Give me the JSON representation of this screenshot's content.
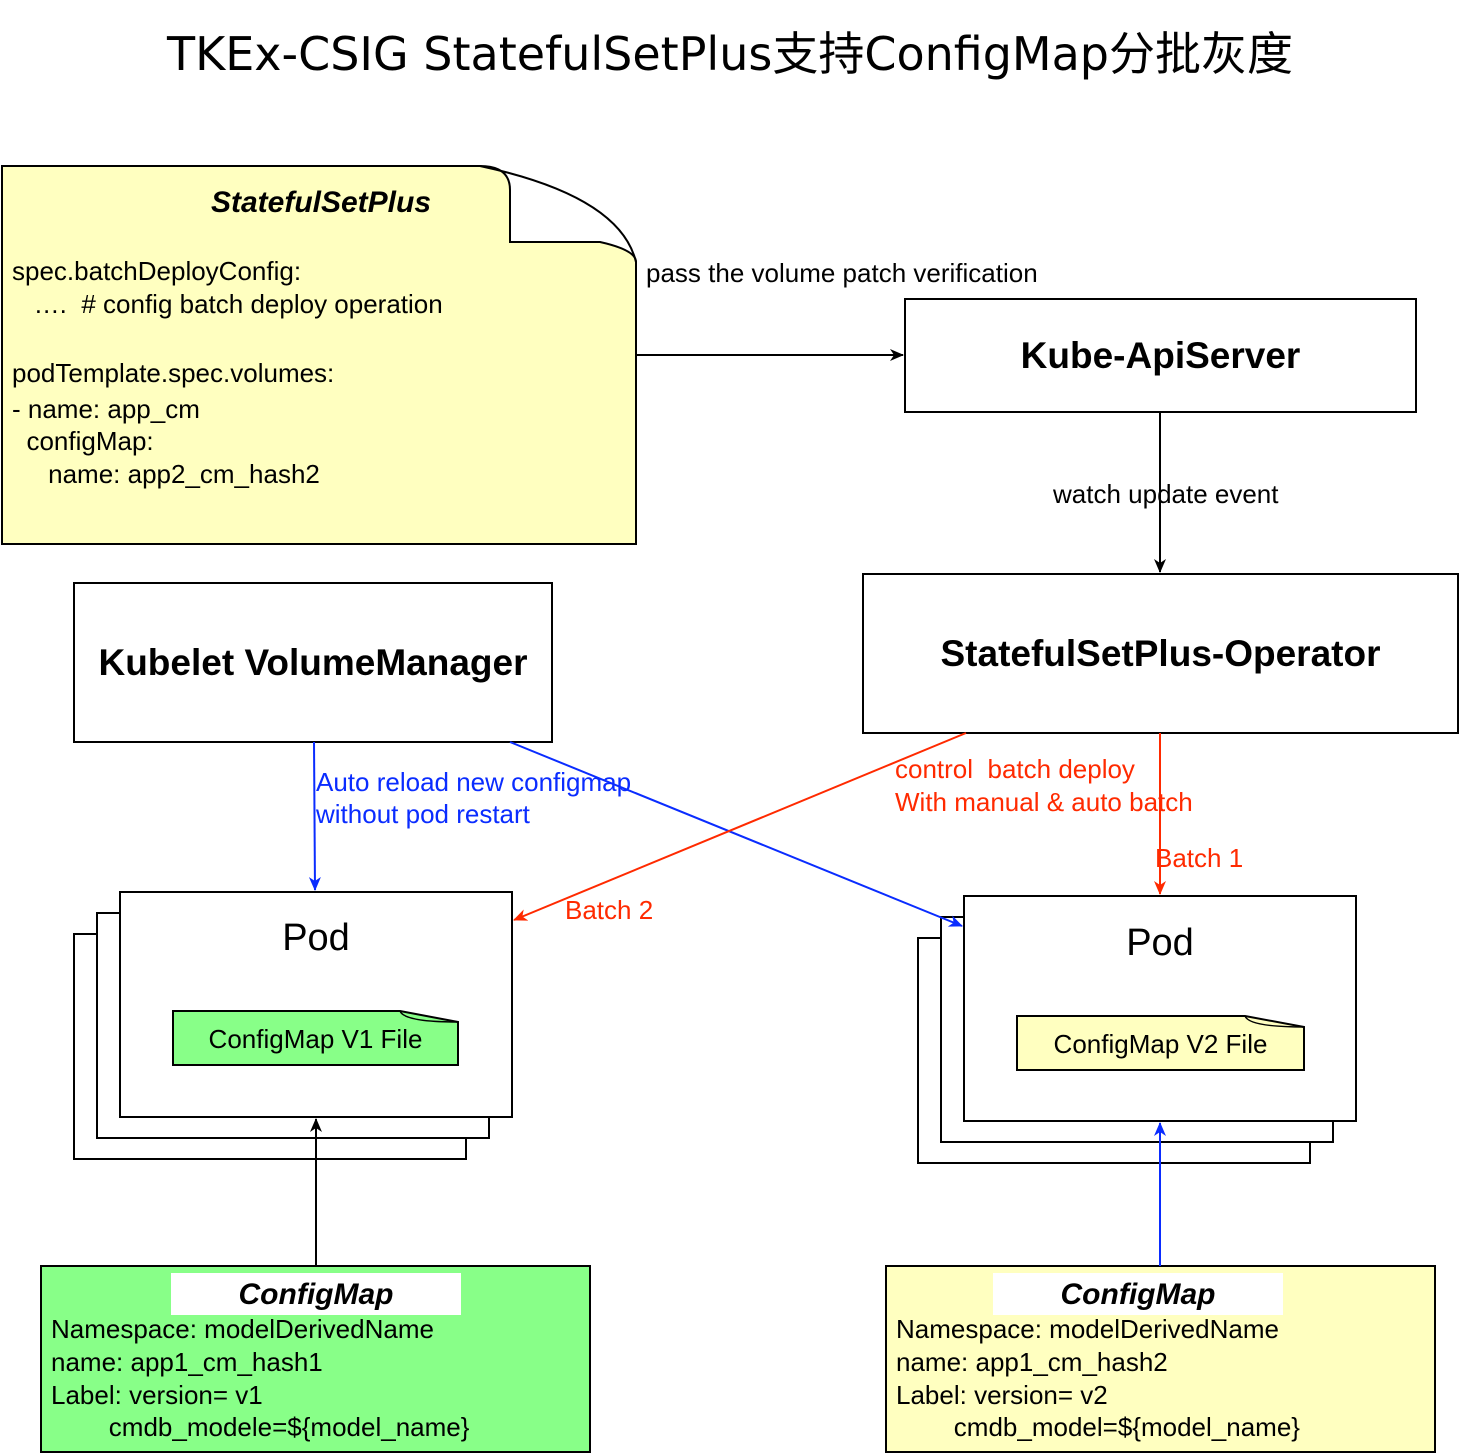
{
  "title": "TKEx-CSIG StatefulSetPlus支持ConfigMap分批灰度",
  "colors": {
    "note_yellow": "#ffffc0",
    "green": "#88ff88",
    "blue_arrow": "#0a2cff",
    "red_arrow": "#ff2a00"
  },
  "statefulset_note": {
    "title": "StatefulSetPlus",
    "lines": [
      "spec.batchDeployConfig:",
      "   ….  # config batch deploy operation",
      "podTemplate.spec.volumes:",
      "- name: app_cm",
      "  configMap:",
      "     name: app2_cm_hash2"
    ]
  },
  "kube_apiserver": {
    "label": "Kube-ApiServer"
  },
  "operator": {
    "label": "StatefulSetPlus-Operator"
  },
  "kubelet": {
    "label": "Kubelet VolumeManager"
  },
  "edges": {
    "pass_verification": "pass the volume patch verification",
    "watch_update": "watch update event",
    "auto_reload_1": "Auto reload new configmap",
    "auto_reload_2": "without pod restart",
    "control_batch_1": "control  batch deploy",
    "control_batch_2": "With manual & auto batch",
    "batch1": "Batch 1",
    "batch2": "Batch 2"
  },
  "pod_left": {
    "title": "Pod",
    "file": "ConfigMap V1 File"
  },
  "pod_right": {
    "title": "Pod",
    "file": "ConfigMap V2 File"
  },
  "configmap_left": {
    "title": "ConfigMap",
    "lines": [
      "Namespace: modelDerivedName",
      "name: app1_cm_hash1",
      "Label: version= v1",
      "        cmdb_modele=${model_name}"
    ]
  },
  "configmap_right": {
    "title": "ConfigMap",
    "lines": [
      "Namespace: modelDerivedName",
      "name: app1_cm_hash2",
      "Label: version= v2",
      "        cmdb_model=${model_name}"
    ]
  }
}
